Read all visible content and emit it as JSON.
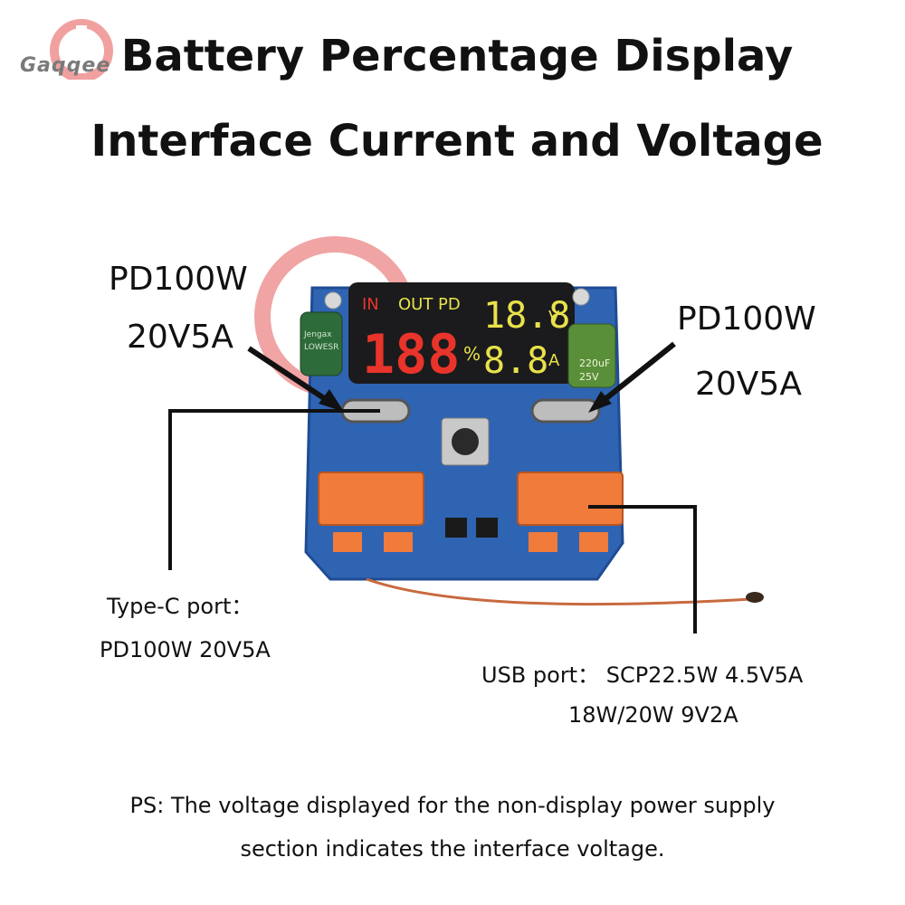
{
  "brand": {
    "logo_text": "Gaqqee"
  },
  "title": {
    "line1": "Battery Percentage Display",
    "line2": "Interface Current and Voltage"
  },
  "left_callout": {
    "line1": "PD100W",
    "line2": "20V5A"
  },
  "right_callout": {
    "line1": "PD100W",
    "line2": "20V5A"
  },
  "typec_note": {
    "line1": "Type-C port：",
    "line2": "PD100W 20V5A"
  },
  "usb_note": {
    "line1": "USB port：  SCP22.5W 4.5V5A",
    "line2": "18W/20W 9V2A"
  },
  "display": {
    "in_label": "IN",
    "out_label": "OUT",
    "pd_label": "PD",
    "percent_digits": "188",
    "percent_sign": "%",
    "voltage_digits": "18.8",
    "voltage_unit": "V",
    "current_digits": "8.8",
    "current_unit": "A"
  },
  "capacitor_right": {
    "line1": "220uF",
    "line2": "25V"
  },
  "capacitor_left": {
    "line1": "Jengax",
    "line2": "LOWESR"
  },
  "footnote": {
    "line1": "PS: The voltage displayed for the non-display power supply",
    "line2": "section indicates the interface voltage."
  },
  "colors": {
    "pcb": "#2f64b3",
    "usb_orange": "#f07b3a",
    "display_yellow": "#e8e24a",
    "display_red": "#e8342a"
  }
}
